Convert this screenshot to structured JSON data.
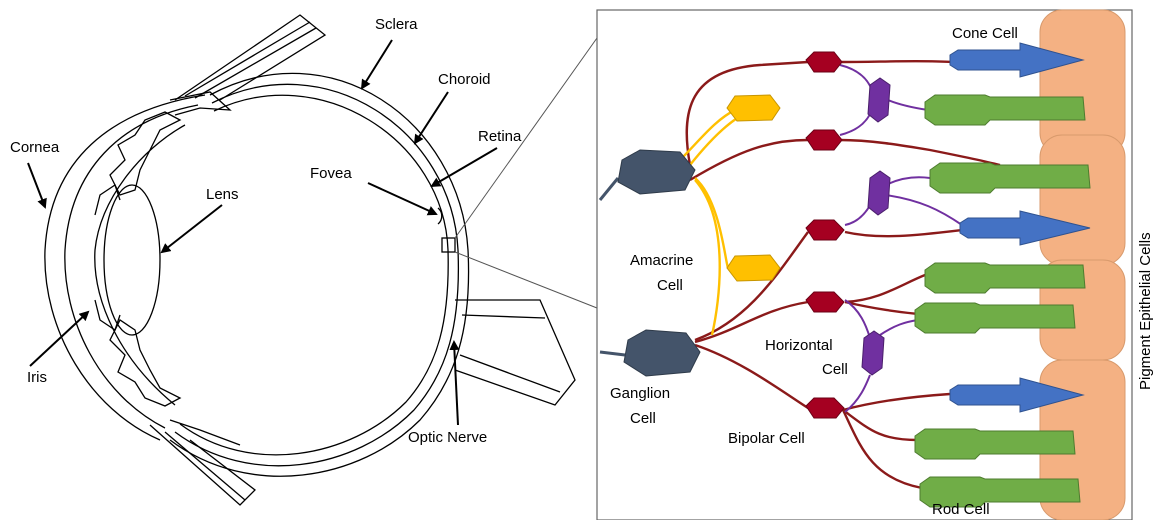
{
  "eye_labels": {
    "sclera": "Sclera",
    "choroid": "Choroid",
    "cornea": "Cornea",
    "retina": "Retina",
    "lens": "Lens",
    "fovea": "Fovea",
    "iris": "Iris",
    "optic_nerve": "Optic Nerve"
  },
  "retina_labels": {
    "cone_cell": "Cone Cell",
    "amacrine_line1": "Amacrine",
    "amacrine_line2": "Cell",
    "horizontal_line1": "Horizontal",
    "horizontal_line2": "Cell",
    "ganglion_line1": "Ganglion",
    "ganglion_line2": "Cell",
    "bipolar_cell": "Bipolar Cell",
    "rod_cell": "Rod Cell",
    "pigment_epithelial": "Pigment Epithelial Cells"
  },
  "colors": {
    "ganglion": "#44546a",
    "bipolar": "#a50021",
    "amacrine": "#ffc000",
    "horizontal": "#7030a0",
    "cone": "#4472c4",
    "rod": "#70ad47",
    "pigment": "#f4b183",
    "axon": "#8b0000"
  }
}
